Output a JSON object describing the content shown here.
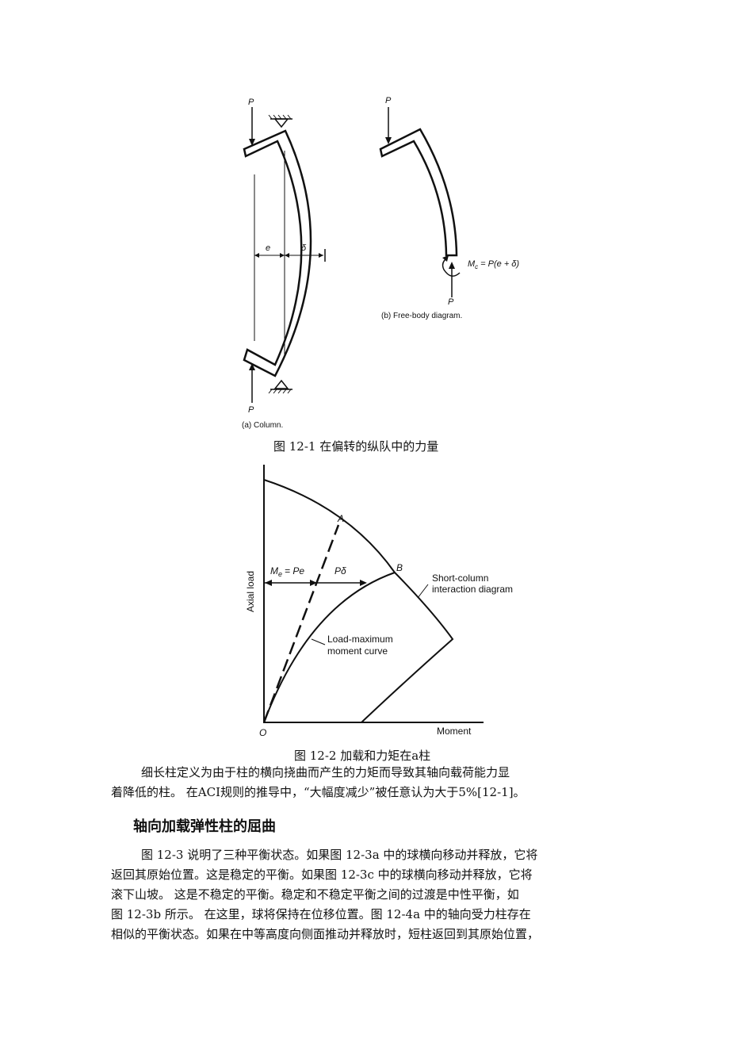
{
  "figure1": {
    "caption": "图 12-1 在偏转的纵队中的力量",
    "a_load_top": "P",
    "a_load_bottom": "P",
    "a_e": "e",
    "a_delta": "δ",
    "a_label": "(a) Column.",
    "b_load_top": "P",
    "b_load_bottom": "P",
    "b_moment": "M",
    "b_moment_sub": "c",
    "b_moment_eq": "= P(e + δ)",
    "b_label": "(b) Free-body diagram."
  },
  "figure2": {
    "caption": "图 12-2 加载和力矩在a柱",
    "ylabel": "Axial load",
    "xlabel": "Moment",
    "origin": "O",
    "point_a": "A",
    "point_b": "B",
    "me_label": "M",
    "me_sub": "e",
    "me_eq": "= Pe",
    "pdelta_label": "Pδ",
    "short_col_1": "Short-column",
    "short_col_2": "interaction diagram",
    "load_max_1": "Load-maximum",
    "load_max_2": "moment curve"
  },
  "text": {
    "p1_line1": "细长柱定义为由于柱的横向挠曲而产生的力矩而导致其轴向载荷能力显",
    "p1_line2": "着降低的柱。 在ACI规则的推导中，“大幅度减少”被任意认为大于5%[12-1]。",
    "heading": "轴向加载弹性柱的屈曲",
    "p2_line1": "图 12-3 说明了三种平衡状态。如果图 12-3a 中的球横向移动并释放，它将",
    "p2_line2": "返回其原始位置。这是稳定的平衡。如果图 12-3c 中的球横向移动并释放，它将",
    "p2_line3": "滚下山坡。 这是不稳定的平衡。稳定和不稳定平衡之间的过渡是中性平衡，如",
    "p2_line4": "图 12-3b 所示。 在这里，球将保持在位移位置。图 12-4a 中的轴向受力柱存在",
    "p2_line5": "相似的平衡状态。如果在中等高度向侧面推动并释放时，短柱返回到其原始位置，"
  }
}
